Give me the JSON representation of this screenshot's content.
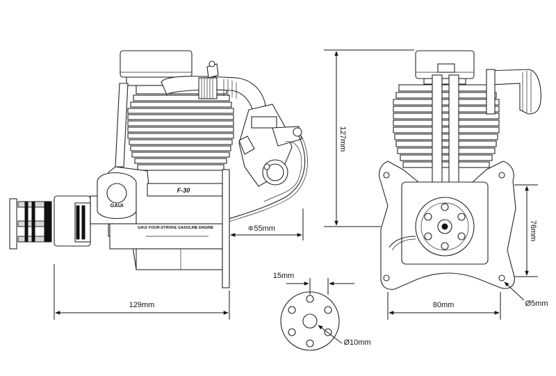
{
  "engine": {
    "brand_logo": "GAUI",
    "model_badge": "F-30",
    "description": "FOUR-STROKE GASOLINE ENGINE"
  },
  "dimensions": {
    "side_length": "129mm",
    "muffler_offset": "≑55mm",
    "height": "127mm",
    "mount_height": "76mm",
    "mount_width": "80mm",
    "mount_hole": "Ø5mm",
    "hub_offset": "15mm",
    "hub_bore": "Ø10mm"
  }
}
